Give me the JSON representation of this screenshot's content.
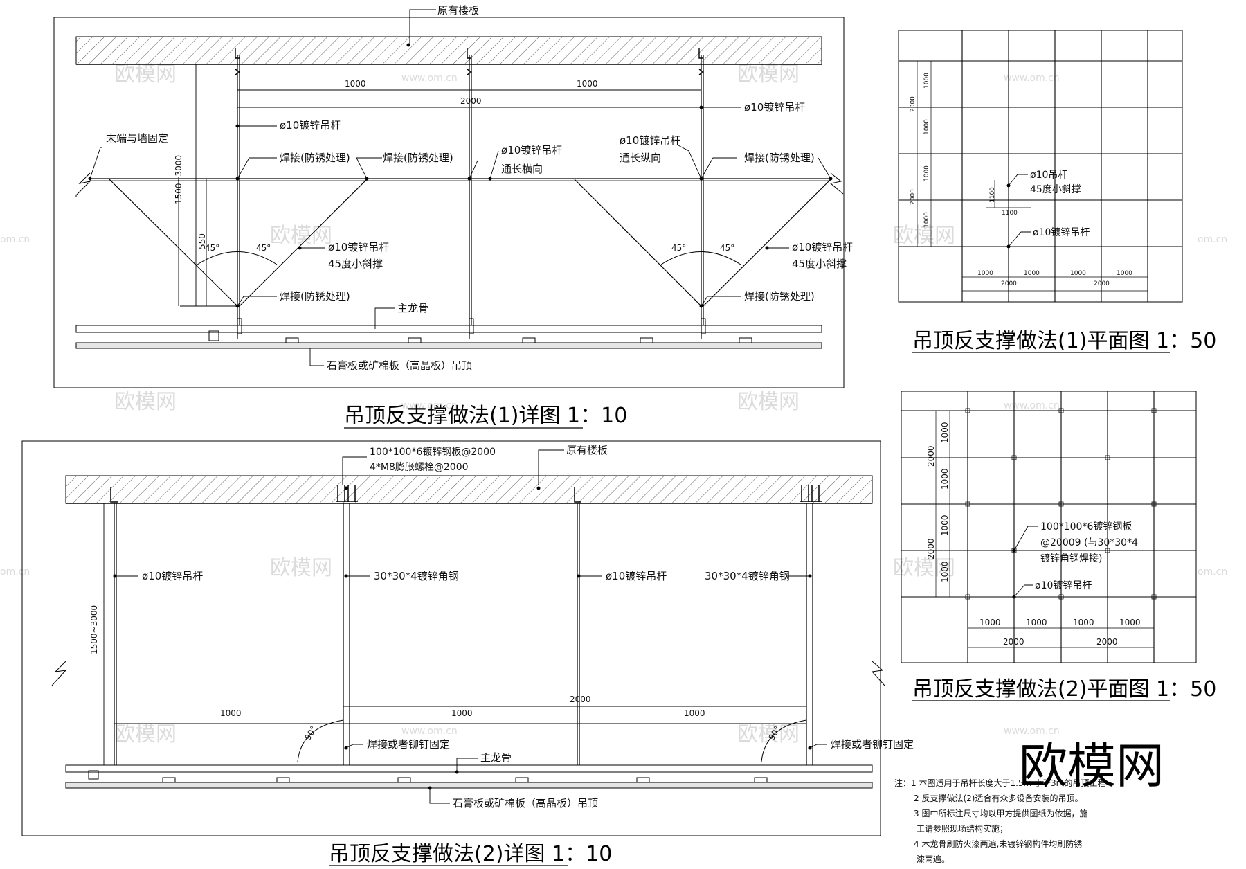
{
  "detail1": {
    "title": "吊顶反支撑做法(1)详图 1：10",
    "floor_slab": "原有楼板",
    "dim_1000_left": "1000",
    "dim_1000_right": "1000",
    "dim_2000": "2000",
    "dim_height": "1500~3000",
    "dim_550": "550",
    "rod_label_right_top": "ø10镀锌吊杆",
    "rod_label_left": "ø10镀锌吊杆",
    "wall_fix": "末端与墙固定",
    "weld_1": "焊接(防锈处理)",
    "weld_2": "焊接(防锈处理)",
    "weld_3": "焊接(防锈处理)",
    "weld_4": "焊接(防锈处理)",
    "weld_5": "焊接(防锈处理)",
    "transverse_1": "ø10镀锌吊杆",
    "transverse_2": "通长横向",
    "longitudinal_1": "ø10镀锌吊杆",
    "longitudinal_2": "通长纵向",
    "brace_left_1": "ø10镀锌吊杆",
    "brace_left_2": "45度小斜撑",
    "brace_right_1": "ø10镀锌吊杆",
    "brace_right_2": "45度小斜撑",
    "angle_a": "45°",
    "angle_b": "45°",
    "angle_c": "45°",
    "angle_d": "45°",
    "main_keel": "主龙骨",
    "ceiling": "石膏板或矿棉板（高晶板）吊顶"
  },
  "detail2": {
    "title": "吊顶反支撑做法(2)详图 1：10",
    "plate": "100*100*6镀锌钢板@2000",
    "bolt": "4*M8膨胀螺栓@2000",
    "floor_slab": "原有楼板",
    "rod_1": "ø10镀锌吊杆",
    "rod_2": "ø10镀锌吊杆",
    "angle_steel_1": "30*30*4镀锌角钢",
    "angle_steel_2": "30*30*4镀锌角钢",
    "dim_height": "1500~3000",
    "dim_2000": "2000",
    "dim_1000_a": "1000",
    "dim_1000_b": "1000",
    "dim_1000_c": "1000",
    "angle_90_left": "90°",
    "angle_90_right": "90°",
    "fix_1": "焊接或者铆钉固定",
    "fix_2": "焊接或者铆钉固定",
    "main_keel": "主龙骨",
    "ceiling": "石膏板或矿棉板（高晶板）吊顶"
  },
  "plan1": {
    "title": "吊顶反支撑做法(1)平面图 1：50",
    "rod_label": "ø10吊杆",
    "brace_label": "45度小斜撑",
    "rod_label_2": "ø10镀锌吊杆",
    "dims_v": [
      "1000",
      "1000",
      "1000",
      "1000"
    ],
    "dims_v_total": [
      "2000",
      "2000"
    ],
    "dims_h": [
      "1000",
      "1000",
      "1000",
      "1000"
    ],
    "dims_h_total": [
      "2000",
      "2000"
    ],
    "inner_dim_a": "1100",
    "inner_dim_b": "1100"
  },
  "plan2": {
    "title": "吊顶反支撑做法(2)平面图 1：50",
    "plate_1": "100*100*6镀锌钢板",
    "plate_2": "@20009 (与30*30*4",
    "plate_3": "镀锌角钢焊接)",
    "rod_label": "ø10镀锌吊杆",
    "dims_v": [
      "1000",
      "1000",
      "1000",
      "1000"
    ],
    "dims_v_total": [
      "2000",
      "2000"
    ],
    "dims_h": [
      "1000",
      "1000",
      "1000",
      "1000"
    ],
    "dims_h_total": [
      "2000",
      "2000"
    ]
  },
  "notes": {
    "line1": "注：1 本图适用于吊杆长度大于1.5m 小于3m的吊顶工程",
    "line2": "2 反支撑做法(2)适合有众多设备安装的吊顶。",
    "line3": "3 图中所标注尺寸均以甲方提供图纸为依据，施",
    "line4": "工请参照现场结构实施；",
    "line5": "4 木龙骨刷防火漆两遍,未镀锌钢构件均刷防锈",
    "line6": "漆两遍。"
  },
  "watermark": {
    "brand": "欧模网",
    "url": "www.om.cn",
    "url_short": "om.cn"
  }
}
